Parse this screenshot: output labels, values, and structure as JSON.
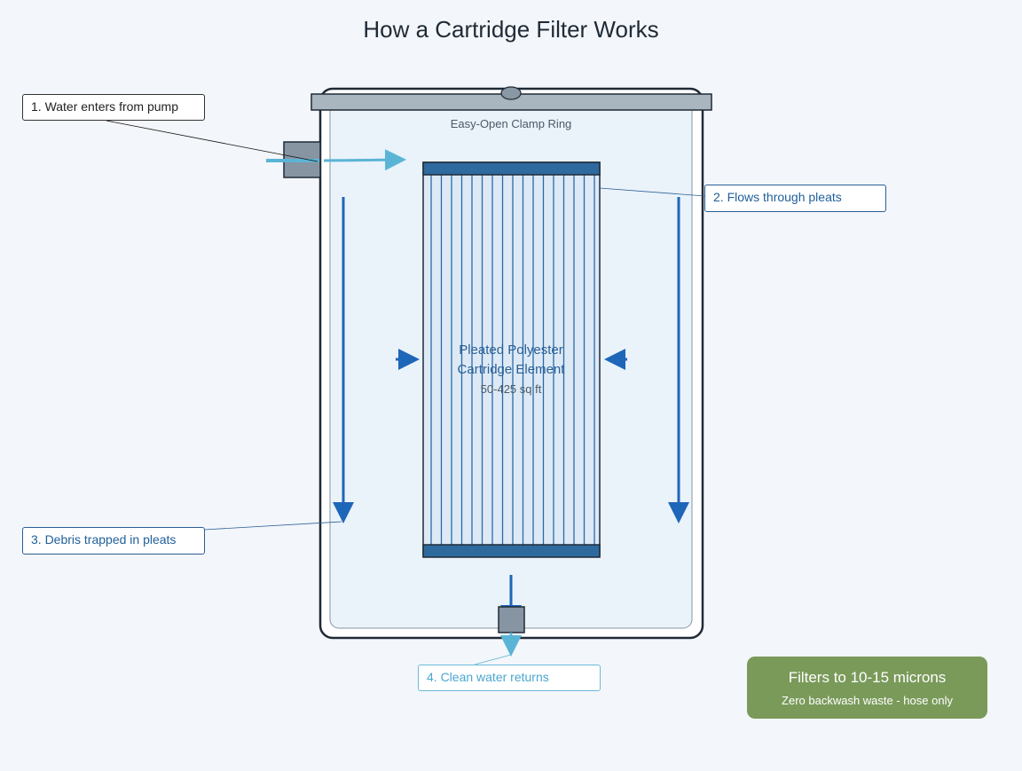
{
  "title": "How a Cartridge Filter Works",
  "labels": {
    "clamp_ring": "Easy-Open Clamp Ring",
    "cartridge_line1": "Pleated Polyester",
    "cartridge_line2": "Cartridge Element",
    "cartridge_area": "50-425 sq ft"
  },
  "callouts": {
    "step1": "1. Water enters from pump",
    "step2": "2. Flows through pleats",
    "step3": "3. Debris trapped in pleats",
    "step4": "4. Clean water returns"
  },
  "info_box": {
    "headline": "Filters to 10-15 microns",
    "subline": "Zero backwash waste - hose only"
  },
  "colors": {
    "tank_outline": "#1f2a36",
    "tank_fill": "#eaf2fa",
    "clamp_ring": "#a9b5bf",
    "cartridge_cap": "#2e6a9e",
    "pleat": "#2b6aa8",
    "flow_arrow": "#1e66b8",
    "inlet_arrow": "#5ab4d6",
    "info_box": "#7a9a5a"
  }
}
